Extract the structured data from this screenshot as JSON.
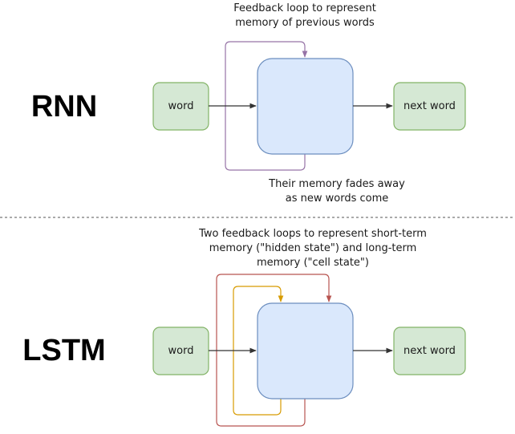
{
  "rnn": {
    "title": "RNN",
    "input_label": "word",
    "output_label": "next word",
    "top_caption": "Feedback loop to represent\nmemory of previous words",
    "bottom_caption": "Their memory fades away\nas new words come",
    "loop_color": "#9673a6"
  },
  "lstm": {
    "title": "LSTM",
    "input_label": "word",
    "output_label": "next word",
    "top_caption": "Two feedback loops to represent short-term\nmemory (\"hidden state\") and long-term\nmemory (\"cell state\")",
    "short_term_loop_color": "#d79b00",
    "long_term_loop_color": "#b85450"
  },
  "colors": {
    "word_box_fill": "#d5e8d4",
    "word_box_stroke": "#82b366",
    "cell_fill": "#dae8fc",
    "cell_stroke": "#6c8ebf",
    "arrow": "#333333",
    "separator": "#555555"
  }
}
